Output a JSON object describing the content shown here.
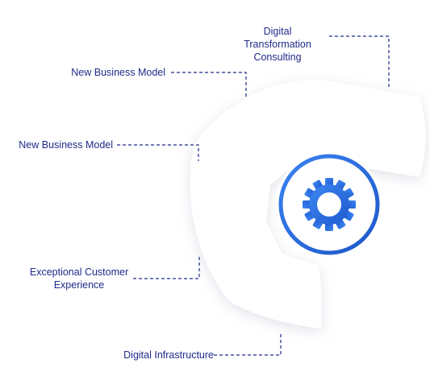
{
  "diagram": {
    "labels": {
      "consulting": "Digital\nTransformation\nConsulting",
      "new_business_model_top": "New Business Model",
      "new_business_model_mid": "New Business Model",
      "customer_experience": "Exceptional Customer\nExperience",
      "infrastructure": "Digital Infrastructure"
    },
    "hub_icon": "gear-icon",
    "colors": {
      "label_text": "#1f2a8a",
      "connector": "#1f2a8a",
      "hub_accent": "#2f6fe0",
      "petal_fill": "#ffffff",
      "petal_shadow": "#d9dde6"
    }
  }
}
